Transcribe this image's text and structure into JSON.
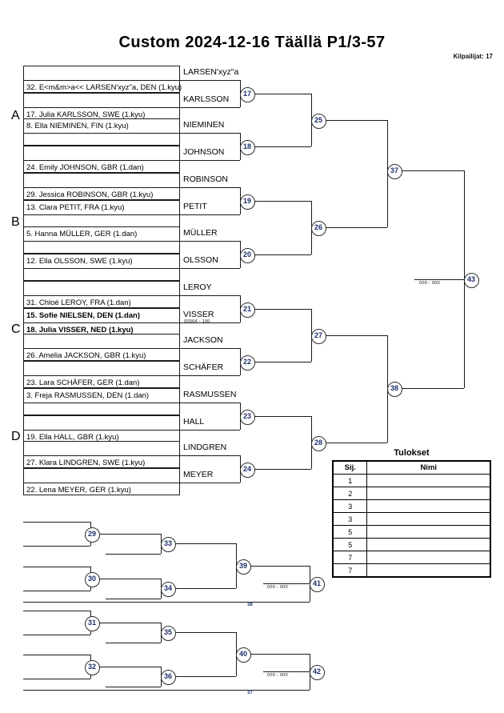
{
  "header": {
    "title": "Custom  2024-12-16  Täällä  P1/3-57",
    "competitors_label": "Kilpailijat: 17"
  },
  "sections": [
    {
      "label": "A"
    },
    {
      "label": "B"
    },
    {
      "label": "C"
    },
    {
      "label": "D"
    }
  ],
  "entries": [
    {
      "top": "",
      "bottom": "32. E<m&m>a<< LARSEN'xyz\"a, DEN (1.kyu)",
      "bold": false
    },
    {
      "top": "",
      "bottom": "17. Julia KARLSSON, SWE (1.kyu)",
      "bold": false
    },
    {
      "top": "8. Ella NIEMINEN, FIN (1.kyu)",
      "bottom": "",
      "bold": false
    },
    {
      "top": "",
      "bottom": "24. Emily JOHNSON, GBR (1.dan)",
      "bold": false
    },
    {
      "top": "",
      "bottom": "29. Jessica ROBINSON, GBR (1.kyu)",
      "bold": false
    },
    {
      "top": "13. Clara PETIT, FRA (1.kyu)",
      "bottom": "",
      "bold": false
    },
    {
      "top": "5. Hanna MÜLLER, GER (1.dan)",
      "bottom": "",
      "bold": false
    },
    {
      "top": "12. Ella OLSSON, SWE (1.kyu)",
      "bottom": "",
      "bold": false
    },
    {
      "top": "",
      "bottom": "31. Chloé LEROY, FRA (1.dan)",
      "bold": false
    },
    {
      "top": "15. Sofie NIELSEN, DEN (1.dan)",
      "bottom": "18. Julia VISSER, NED (1.kyu)",
      "bold": true
    },
    {
      "top": "",
      "bottom": "26. Amelia JACKSON, GBR (1.kyu)",
      "bold": false
    },
    {
      "top": "",
      "bottom": "23. Lara SCHÄFER, GER (1.dan)",
      "bold": false
    },
    {
      "top": "3. Freja RASMUSSEN, DEN (1.dan)",
      "bottom": "",
      "bold": false
    },
    {
      "top": "",
      "bottom": "19. Ella HALL, GBR (1.kyu)",
      "bold": false
    },
    {
      "top": "",
      "bottom": "27. Klara LINDGREN, SWE (1.kyu)",
      "bold": false
    },
    {
      "top": "",
      "bottom": "22. Lena MEYER, GER (1.kyu)",
      "bold": false
    }
  ],
  "winner_names": [
    "LARSEN'xyz\"a",
    "KARLSSON",
    "NIEMINEN",
    "JOHNSON",
    "ROBINSON",
    "PETIT",
    "MÜLLER",
    "OLSSON",
    "LEROY",
    "VISSER",
    "JACKSON",
    "SCHÄFER",
    "RASMUSSEN",
    "HALL",
    "LINDGREN",
    "MEYER"
  ],
  "match_scores": {
    "visser": "00064 - 100",
    "final": "000 - 000",
    "rep_upper": "000 - 000",
    "rep_lower": "000 - 000"
  },
  "nodes": {
    "main_r2": [
      "17",
      "18",
      "19",
      "20",
      "21",
      "22",
      "23",
      "24"
    ],
    "main_r3": [
      "25",
      "26",
      "27",
      "28"
    ],
    "main_r4": [
      "37",
      "38"
    ],
    "main_final": [
      "43"
    ],
    "rep_r1": [
      "29",
      "30",
      "31",
      "32"
    ],
    "rep_r2": [
      "33",
      "34",
      "35",
      "36"
    ],
    "rep_r3": [
      "39",
      "40"
    ],
    "rep_r4": [
      "41",
      "42"
    ],
    "feed_labels": [
      "38",
      "37"
    ]
  },
  "results": {
    "title": "Tulokset",
    "columns": [
      "Sij.",
      "Nimi"
    ],
    "rows": [
      {
        "rank": "1",
        "name": ""
      },
      {
        "rank": "2",
        "name": ""
      },
      {
        "rank": "3",
        "name": ""
      },
      {
        "rank": "3",
        "name": ""
      },
      {
        "rank": "5",
        "name": ""
      },
      {
        "rank": "5",
        "name": ""
      },
      {
        "rank": "7",
        "name": ""
      },
      {
        "rank": "7",
        "name": ""
      }
    ]
  }
}
